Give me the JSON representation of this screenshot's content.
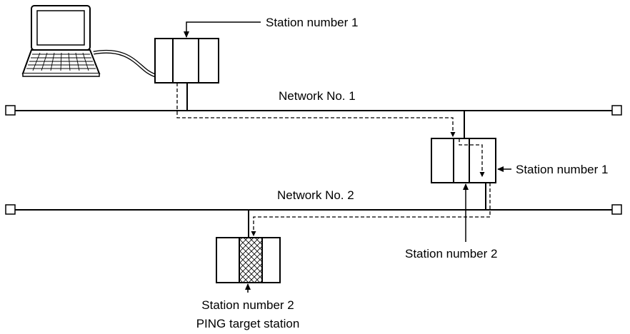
{
  "labels": {
    "pc_station": "Station number 1",
    "network1": "Network No. 1",
    "relay_station_n1": "Station number 1",
    "network2": "Network No. 2",
    "relay_station_n2": "Station number 2",
    "target_station": "Station number 2",
    "target_caption": "PING target station"
  }
}
